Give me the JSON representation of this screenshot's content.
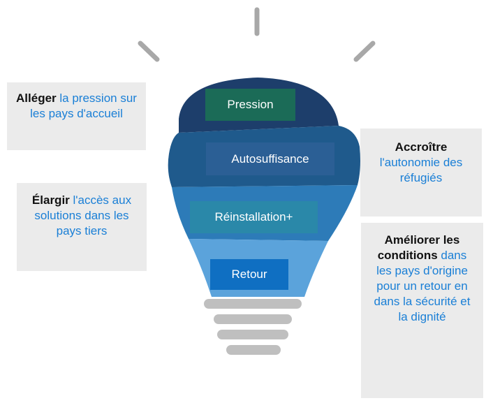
{
  "layers": {
    "pressure": "Pression",
    "self_reliance": "Autosuffisance",
    "resettlement": "Réinstallation+",
    "return": "Retour"
  },
  "callouts": {
    "ease": {
      "bold": "Alléger",
      "text": " la pression sur les pays d'accueil"
    },
    "enhance": {
      "bold": "Accroître",
      "text": " l'autonomie des réfugiés"
    },
    "expand": {
      "bold": "Élargir",
      "text": " l'accès aux solutions dans les pays tiers"
    },
    "support": {
      "bold": "Améliorer les conditions",
      "text": " dans les pays d'origine pour un retour en dans la sécurité et la dignité"
    }
  },
  "colors": {
    "layer1": "#1d3e6b",
    "layer2": "#1f5a8c",
    "layer3": "#2d7bb8",
    "layer4": "#5ba3db",
    "label1": "#1b6b57",
    "label2": "#2b5f95",
    "label3": "#2a88a9",
    "label4": "#0f6fc2",
    "base": "#bfbfbf",
    "rays": "#a8a8a8"
  }
}
